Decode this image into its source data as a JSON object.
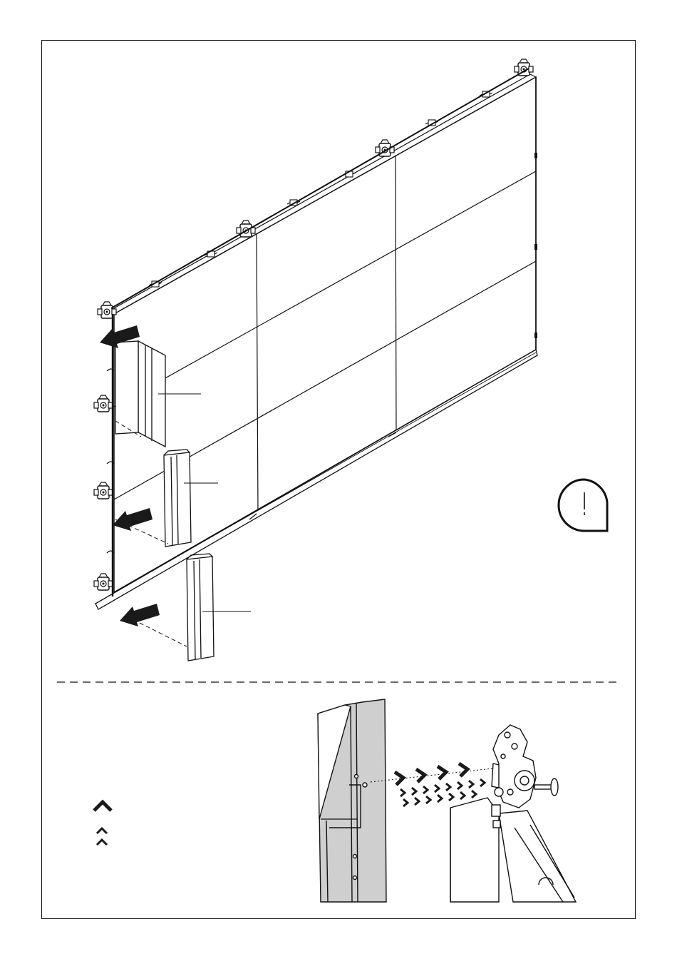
{
  "page": {
    "border": true,
    "divider": "dashed"
  },
  "main_figure": {
    "description_icons": [
      "wall-panel-grid",
      "cabinet-brackets",
      "side-cover-strip",
      "insert-arrow-icon"
    ],
    "panel_columns": 3,
    "panel_rows": 3,
    "side_strips": 3
  },
  "notice": {
    "icon": "exclamation-icon"
  },
  "legend": {
    "icons": [
      "chevron-up-bold-icon",
      "chevron-up-double-icon"
    ]
  },
  "detail_figure": {
    "icons": [
      "strip-profile",
      "bracket-detail",
      "direction-chevrons-icon"
    ]
  },
  "colors": {
    "line": "#111111",
    "arrow_fill": "#1a1a1a",
    "strip_fill": "#cfcfcf",
    "background": "#ffffff"
  }
}
